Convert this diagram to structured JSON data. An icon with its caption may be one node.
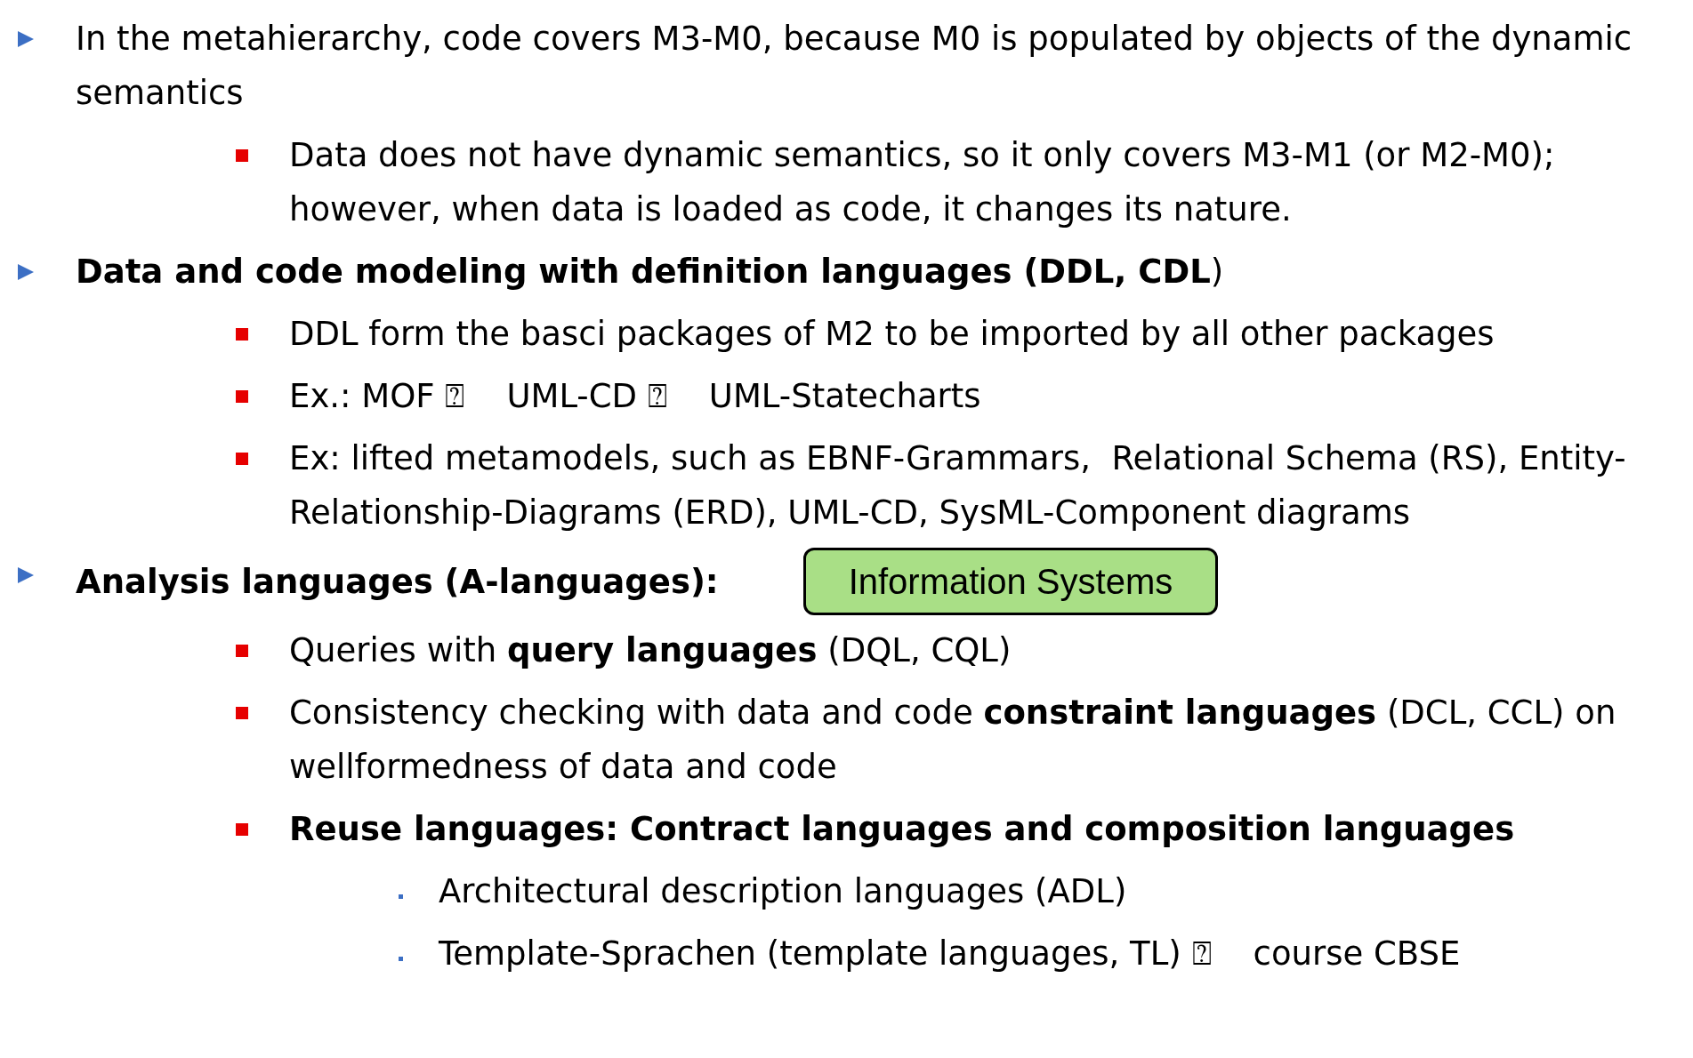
{
  "diagram": {
    "nodes": [
      {
        "text": [
          "Information Systems"
        ]
      }
    ],
    "labels": [
      "In the metahierarchy, code covers M3-M0, because M0 is populated by objects of the dynamic semantics",
      "Data does not have dynamic semantics, so it only covers M3-M1 (or M2-M0); however, when data is loaded as code, it changes its nature.",
      "**Data and code modeling with definition languages (DDL, CDL**)",
      "DDL form the basci packages of M2 to be imported by all other packages",
      "Ex.: MOF ⍰    UML-CD ⍰    UML-Statecharts",
      "Ex: lifted metamodels, such as EBNF-Grammars,  Relational Schema (RS), Entity-Relationship-Diagrams (ERD), UML-CD, SysML-Component diagrams",
      "Analysis languages (A-languages):",
      "Queries with **query languages** (DQL, CQL)",
      "Consistency checking with data and code **constraint languages** (DCL, CCL) on wellformedness of data and code",
      "Reuse languages: Contract languages and composition languages",
      "Architectural description languages (ADL)",
      "Template-Sprachen (template languages, TL) ⍰    course CBSE"
    ]
  }
}
